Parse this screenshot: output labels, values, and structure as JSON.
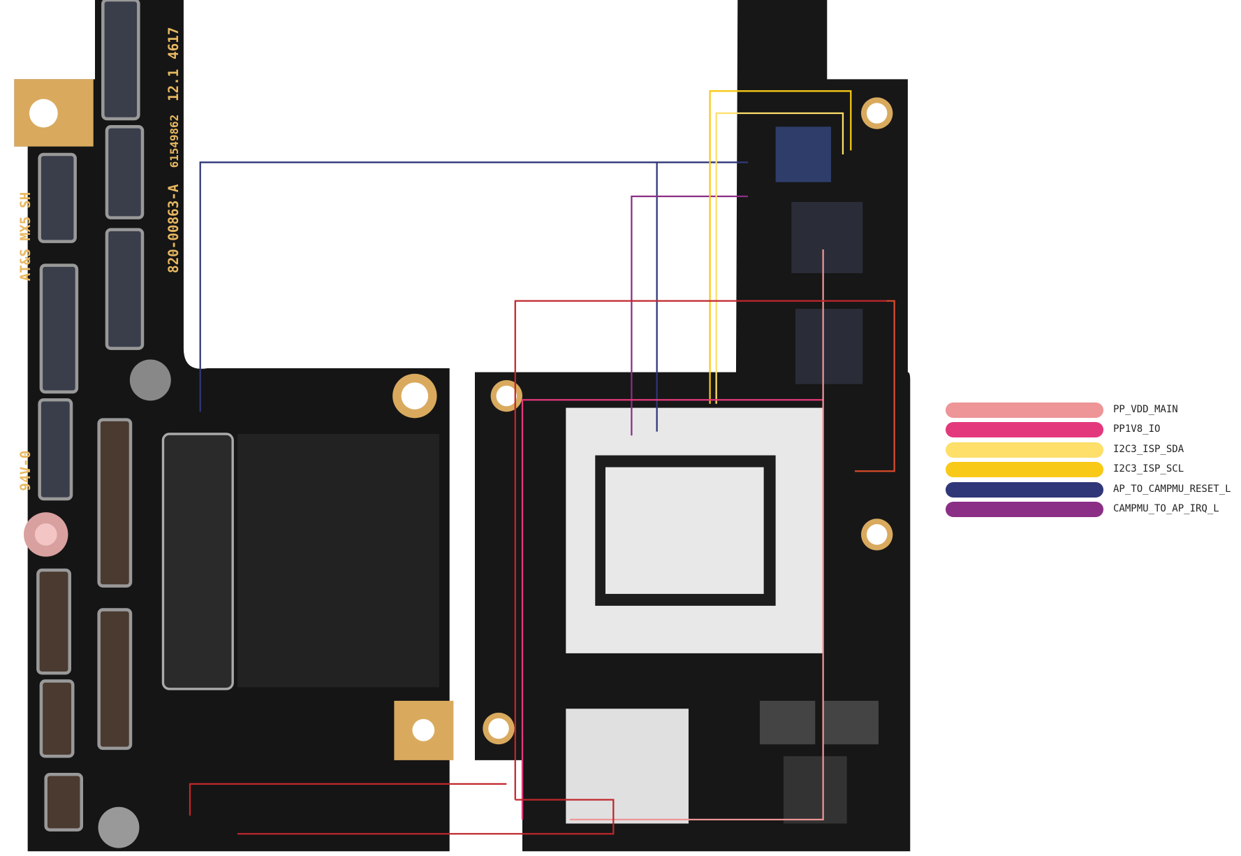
{
  "board_silkscreen": {
    "manufacturer": "AT&S MX5 SH",
    "part_number": "820-00863-A",
    "serial": "61549862",
    "revision": "12.1",
    "date_code": "4617",
    "rating": "94V-0"
  },
  "legend": [
    {
      "label": "PP_VDD_MAIN",
      "color": "#ee9597"
    },
    {
      "label": "PP1V8_IO",
      "color": "#e4387c"
    },
    {
      "label": "I2C3_ISP_SDA",
      "color": "#fddf6a"
    },
    {
      "label": "I2C3_ISP_SCL",
      "color": "#f9c918"
    },
    {
      "label": "AP_TO_CAMPMU_RESET_L",
      "color": "#2f3778"
    },
    {
      "label": "CAMPMU_TO_AP_IRQ_L",
      "color": "#8b2e86"
    }
  ]
}
